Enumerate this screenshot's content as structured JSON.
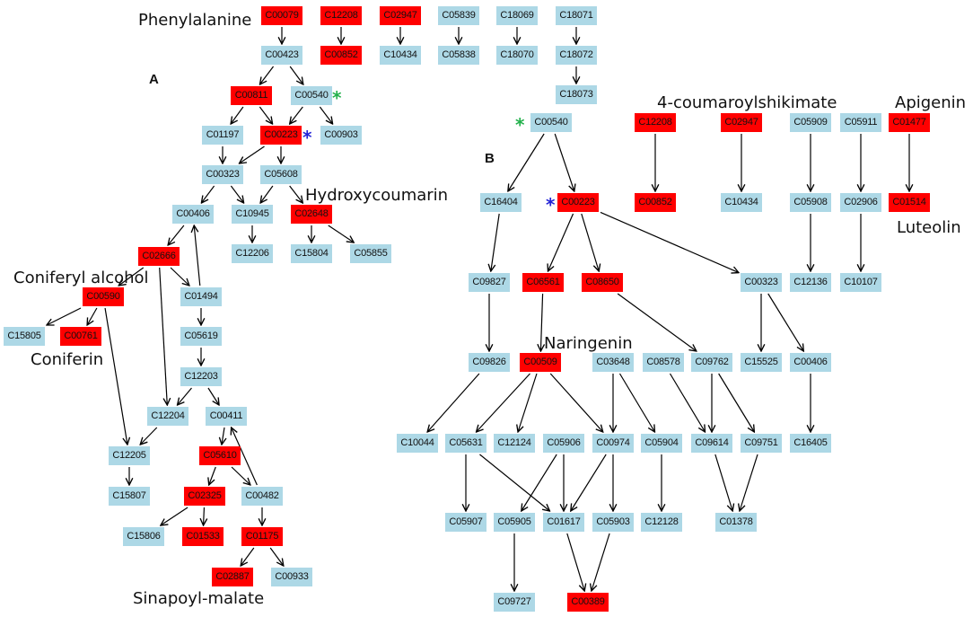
{
  "panels": {
    "a": "A",
    "b": "B"
  },
  "colors": {
    "compound": "#add8e6",
    "highlighted": "#ff0000",
    "star_green": "#22b04b",
    "star_blue": "#2323d6",
    "edge": "#000000"
  },
  "markers": {
    "star": "*"
  },
  "labels": {
    "phenylalanine": "Phenylalanine",
    "hydroxycoumarin": "Hydroxycoumarin",
    "coniferyl_alcohol": "Coniferyl alcohol",
    "coniferin": "Coniferin",
    "sinapoyl_malate": "Sinapoyl-malate",
    "coumaroylshikimate": "4-coumaroylshikimate",
    "apigenin": "Apigenin",
    "luteolin": "Luteolin",
    "naringenin": "Naringenin"
  },
  "nodes": {
    "a_c00079": {
      "text": "C00079",
      "highlight": true
    },
    "a_c12208": {
      "text": "C12208",
      "highlight": true
    },
    "a_c02947": {
      "text": "C02947",
      "highlight": true
    },
    "a_c05839": {
      "text": "C05839",
      "highlight": false
    },
    "a_c18069": {
      "text": "C18069",
      "highlight": false
    },
    "a_c18071": {
      "text": "C18071",
      "highlight": false
    },
    "a_c00423": {
      "text": "C00423",
      "highlight": false
    },
    "a_c00852": {
      "text": "C00852",
      "highlight": true
    },
    "a_c10434": {
      "text": "C10434",
      "highlight": false
    },
    "a_c05838": {
      "text": "C05838",
      "highlight": false
    },
    "a_c18070": {
      "text": "C18070",
      "highlight": false
    },
    "a_c18072": {
      "text": "C18072",
      "highlight": false
    },
    "a_c18073": {
      "text": "C18073",
      "highlight": false
    },
    "a_c00811": {
      "text": "C00811",
      "highlight": true
    },
    "a_c00540": {
      "text": "C00540",
      "highlight": false
    },
    "a_c01197": {
      "text": "C01197",
      "highlight": false
    },
    "a_c00223": {
      "text": "C00223",
      "highlight": true
    },
    "a_c00903": {
      "text": "C00903",
      "highlight": false
    },
    "a_c00323": {
      "text": "C00323",
      "highlight": false
    },
    "a_c05608": {
      "text": "C05608",
      "highlight": false
    },
    "a_c00406": {
      "text": "C00406",
      "highlight": false
    },
    "a_c10945": {
      "text": "C10945",
      "highlight": false
    },
    "a_c02648": {
      "text": "C02648",
      "highlight": true
    },
    "a_c12206": {
      "text": "C12206",
      "highlight": false
    },
    "a_c15804": {
      "text": "C15804",
      "highlight": false
    },
    "a_c05855": {
      "text": "C05855",
      "highlight": false
    },
    "a_c02666": {
      "text": "C02666",
      "highlight": true
    },
    "a_c00590": {
      "text": "C00590",
      "highlight": true
    },
    "a_c01494": {
      "text": "C01494",
      "highlight": false
    },
    "a_c15805": {
      "text": "C15805",
      "highlight": false
    },
    "a_c00761": {
      "text": "C00761",
      "highlight": true
    },
    "a_c05619": {
      "text": "C05619",
      "highlight": false
    },
    "a_c12203": {
      "text": "C12203",
      "highlight": false
    },
    "a_c12204": {
      "text": "C12204",
      "highlight": false
    },
    "a_c00411": {
      "text": "C00411",
      "highlight": false
    },
    "a_c12205": {
      "text": "C12205",
      "highlight": false
    },
    "a_c05610": {
      "text": "C05610",
      "highlight": true
    },
    "a_c15807": {
      "text": "C15807",
      "highlight": false
    },
    "a_c02325": {
      "text": "C02325",
      "highlight": true
    },
    "a_c00482": {
      "text": "C00482",
      "highlight": false
    },
    "a_c15806": {
      "text": "C15806",
      "highlight": false
    },
    "a_c01533": {
      "text": "C01533",
      "highlight": true
    },
    "a_c01175": {
      "text": "C01175",
      "highlight": true
    },
    "a_c02887": {
      "text": "C02887",
      "highlight": true
    },
    "a_c00933": {
      "text": "C00933",
      "highlight": false
    },
    "b_c00540": {
      "text": "C00540",
      "highlight": false
    },
    "b_c12208": {
      "text": "C12208",
      "highlight": true
    },
    "b_c02947": {
      "text": "C02947",
      "highlight": true
    },
    "b_c05909": {
      "text": "C05909",
      "highlight": false
    },
    "b_c05911": {
      "text": "C05911",
      "highlight": false
    },
    "b_c01477": {
      "text": "C01477",
      "highlight": true
    },
    "b_c16404": {
      "text": "C16404",
      "highlight": false
    },
    "b_c00223": {
      "text": "C00223",
      "highlight": true
    },
    "b_c00852": {
      "text": "C00852",
      "highlight": true
    },
    "b_c10434": {
      "text": "C10434",
      "highlight": false
    },
    "b_c05908": {
      "text": "C05908",
      "highlight": false
    },
    "b_c02906": {
      "text": "C02906",
      "highlight": false
    },
    "b_c01514": {
      "text": "C01514",
      "highlight": true
    },
    "b_c09827": {
      "text": "C09827",
      "highlight": false
    },
    "b_c06561": {
      "text": "C06561",
      "highlight": true
    },
    "b_c08650": {
      "text": "C08650",
      "highlight": true
    },
    "b_c00323": {
      "text": "C00323",
      "highlight": false
    },
    "b_c12136": {
      "text": "C12136",
      "highlight": false
    },
    "b_c10107": {
      "text": "C10107",
      "highlight": false
    },
    "b_c09826": {
      "text": "C09826",
      "highlight": false
    },
    "b_c00509": {
      "text": "C00509",
      "highlight": true
    },
    "b_c03648": {
      "text": "C03648",
      "highlight": false
    },
    "b_c08578": {
      "text": "C08578",
      "highlight": false
    },
    "b_c09762": {
      "text": "C09762",
      "highlight": false
    },
    "b_c15525": {
      "text": "C15525",
      "highlight": false
    },
    "b_c00406": {
      "text": "C00406",
      "highlight": false
    },
    "b_c10044": {
      "text": "C10044",
      "highlight": false
    },
    "b_c05631": {
      "text": "C05631",
      "highlight": false
    },
    "b_c12124": {
      "text": "C12124",
      "highlight": false
    },
    "b_c05906": {
      "text": "C05906",
      "highlight": false
    },
    "b_c00974": {
      "text": "C00974",
      "highlight": false
    },
    "b_c05904": {
      "text": "C05904",
      "highlight": false
    },
    "b_c09614": {
      "text": "C09614",
      "highlight": false
    },
    "b_c09751": {
      "text": "C09751",
      "highlight": false
    },
    "b_c16405": {
      "text": "C16405",
      "highlight": false
    },
    "b_c05907": {
      "text": "C05907",
      "highlight": false
    },
    "b_c05905": {
      "text": "C05905",
      "highlight": false
    },
    "b_c01617": {
      "text": "C01617",
      "highlight": false
    },
    "b_c05903": {
      "text": "C05903",
      "highlight": false
    },
    "b_c12128": {
      "text": "C12128",
      "highlight": false
    },
    "b_c01378": {
      "text": "C01378",
      "highlight": false
    },
    "b_c09727": {
      "text": "C09727",
      "highlight": false
    },
    "b_c00389": {
      "text": "C00389",
      "highlight": true
    }
  },
  "edges": [
    [
      "a_c00079",
      "a_c00423"
    ],
    [
      "a_c12208",
      "a_c00852"
    ],
    [
      "a_c02947",
      "a_c10434"
    ],
    [
      "a_c05839",
      "a_c05838"
    ],
    [
      "a_c18069",
      "a_c18070"
    ],
    [
      "a_c18071",
      "a_c18072"
    ],
    [
      "a_c18072",
      "a_c18073"
    ],
    [
      "a_c00423",
      "a_c00811"
    ],
    [
      "a_c00423",
      "a_c00540"
    ],
    [
      "a_c00811",
      "a_c01197"
    ],
    [
      "a_c00811",
      "a_c00223"
    ],
    [
      "a_c00540",
      "a_c00223"
    ],
    [
      "a_c00540",
      "a_c00903"
    ],
    [
      "a_c01197",
      "a_c00323"
    ],
    [
      "a_c00223",
      "a_c00323"
    ],
    [
      "a_c00223",
      "a_c05608"
    ],
    [
      "a_c00323",
      "a_c00406"
    ],
    [
      "a_c00323",
      "a_c10945"
    ],
    [
      "a_c05608",
      "a_c10945"
    ],
    [
      "a_c05608",
      "a_c02648"
    ],
    [
      "a_c10945",
      "a_c12206"
    ],
    [
      "a_c02648",
      "a_c15804"
    ],
    [
      "a_c02648",
      "a_c05855"
    ],
    [
      "a_c00406",
      "a_c02666"
    ],
    [
      "a_c01494",
      "a_c00406"
    ],
    [
      "a_c02666",
      "a_c00590"
    ],
    [
      "a_c02666",
      "a_c01494"
    ],
    [
      "a_c02666",
      "a_c12204"
    ],
    [
      "a_c00590",
      "a_c15805"
    ],
    [
      "a_c00590",
      "a_c00761"
    ],
    [
      "a_c00590",
      "a_c12205"
    ],
    [
      "a_c01494",
      "a_c05619"
    ],
    [
      "a_c05619",
      "a_c12203"
    ],
    [
      "a_c12203",
      "a_c12204"
    ],
    [
      "a_c12203",
      "a_c00411"
    ],
    [
      "a_c12204",
      "a_c12205"
    ],
    [
      "a_c12205",
      "a_c15807"
    ],
    [
      "a_c00411",
      "a_c05610"
    ],
    [
      "a_c00482",
      "a_c00411"
    ],
    [
      "a_c05610",
      "a_c02325"
    ],
    [
      "a_c05610",
      "a_c00482"
    ],
    [
      "a_c02325",
      "a_c15806"
    ],
    [
      "a_c02325",
      "a_c01533"
    ],
    [
      "a_c00482",
      "a_c01175"
    ],
    [
      "a_c01175",
      "a_c02887"
    ],
    [
      "a_c01175",
      "a_c00933"
    ],
    [
      "b_c00540",
      "b_c16404"
    ],
    [
      "b_c00540",
      "b_c00223"
    ],
    [
      "b_c12208",
      "b_c00852"
    ],
    [
      "b_c02947",
      "b_c10434"
    ],
    [
      "b_c05909",
      "b_c05908"
    ],
    [
      "b_c05911",
      "b_c02906"
    ],
    [
      "b_c01477",
      "b_c01514"
    ],
    [
      "b_c16404",
      "b_c09827"
    ],
    [
      "b_c00223",
      "b_c06561"
    ],
    [
      "b_c00223",
      "b_c08650"
    ],
    [
      "b_c00223",
      "b_c00323"
    ],
    [
      "b_c05908",
      "b_c12136"
    ],
    [
      "b_c02906",
      "b_c10107"
    ],
    [
      "b_c09827",
      "b_c09826"
    ],
    [
      "b_c06561",
      "b_c00509"
    ],
    [
      "b_c08650",
      "b_c09762"
    ],
    [
      "b_c00323",
      "b_c15525"
    ],
    [
      "b_c00323",
      "b_c00406"
    ],
    [
      "b_c09826",
      "b_c10044"
    ],
    [
      "b_c00509",
      "b_c05631"
    ],
    [
      "b_c00509",
      "b_c12124"
    ],
    [
      "b_c00509",
      "b_c00974"
    ],
    [
      "b_c03648",
      "b_c00974"
    ],
    [
      "b_c03648",
      "b_c05904"
    ],
    [
      "b_c08578",
      "b_c09614"
    ],
    [
      "b_c09762",
      "b_c09614"
    ],
    [
      "b_c09762",
      "b_c09751"
    ],
    [
      "b_c00406",
      "b_c16405"
    ],
    [
      "b_c05631",
      "b_c05907"
    ],
    [
      "b_c05631",
      "b_c01617"
    ],
    [
      "b_c05906",
      "b_c05905"
    ],
    [
      "b_c05906",
      "b_c01617"
    ],
    [
      "b_c00974",
      "b_c01617"
    ],
    [
      "b_c00974",
      "b_c05903"
    ],
    [
      "b_c05904",
      "b_c12128"
    ],
    [
      "b_c09614",
      "b_c01378"
    ],
    [
      "b_c09751",
      "b_c01378"
    ],
    [
      "b_c05905",
      "b_c09727"
    ],
    [
      "b_c01617",
      "b_c00389"
    ],
    [
      "b_c05903",
      "b_c00389"
    ]
  ]
}
